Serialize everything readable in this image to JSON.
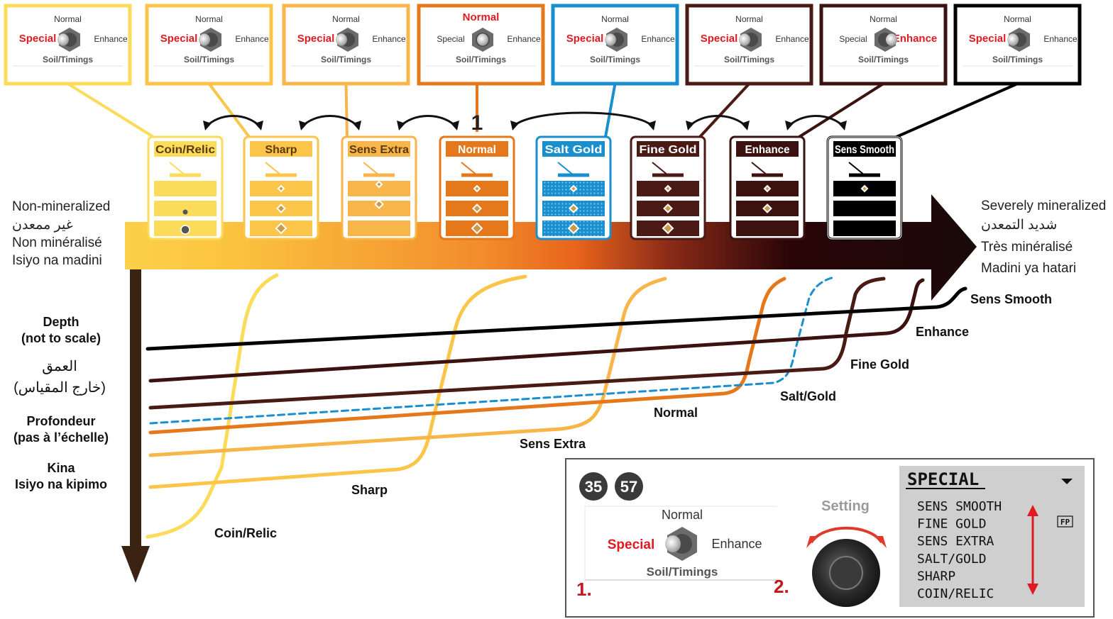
{
  "colors": {
    "c1": "#fbdc5a",
    "c2": "#fac548",
    "c3": "#f8b54a",
    "c4": "#e5781b",
    "c5": "#1a8fcf",
    "c6": "#4a1a14",
    "c7": "#3b1210",
    "c8": "#000000",
    "red": "#e11a22",
    "arrow_start": "#fdd04a",
    "arrow_mid": "#ec6f1d",
    "arrow_dark": "#2a0508",
    "depth_axis": "#3b2313"
  },
  "switch_labels": {
    "top": "Normal",
    "left": "Special",
    "right": "Enhance",
    "bottom": "Soil/Timings"
  },
  "modes": [
    {
      "name": "Coin/Relic",
      "color": "#fbdc5a",
      "switch": "Special",
      "targets": "coin"
    },
    {
      "name": "Sharp",
      "color": "#fac548",
      "switch": "Special",
      "targets": "three"
    },
    {
      "name": "Sens Extra",
      "color": "#f8b54a",
      "switch": "Special",
      "targets": "two"
    },
    {
      "name": "Normal",
      "color": "#e5781b",
      "switch": "Normal",
      "targets": "three"
    },
    {
      "name": "Salt Gold",
      "color": "#1a8fcf",
      "switch": "Special",
      "targets": "salt"
    },
    {
      "name": "Fine Gold",
      "color": "#4a1a14",
      "switch": "Special",
      "targets": "three"
    },
    {
      "name": "Enhance",
      "color": "#3b1210",
      "switch": "Enhance",
      "targets": "two"
    },
    {
      "name": "Sens Smooth",
      "color": "#000000",
      "switch": "Special",
      "targets": "one"
    }
  ],
  "step_marker": "1",
  "left_labels": [
    "Non-mineralized",
    "غير ممعدن",
    "Non minéralisé",
    "Isiyo na madini"
  ],
  "right_labels": [
    "Severely mineralized",
    "شديد التمعدن",
    "Très minéralisé",
    "Madini ya hatari"
  ],
  "depth_labels": {
    "en_1": "Depth",
    "en_2": "(not to scale)",
    "ar_1": "العمق",
    "ar_2": "(خارج المقياس)",
    "fr_1": "Profondeur",
    "fr_2": "(pas à l’échelle)",
    "sw_1": "Kina",
    "sw_2": "Isiyo na kipimo"
  },
  "curve_labels": [
    "Sens Smooth",
    "Enhance",
    "Fine Gold",
    "Salt/Gold",
    "Normal",
    "Sens Extra",
    "Sharp",
    "Coin/Relic"
  ],
  "panel": {
    "badge_1": "35",
    "badge_2": "57",
    "switch_top": "Normal",
    "switch_left": "Special",
    "switch_right": "Enhance",
    "switch_bottom": "Soil/Timings",
    "step_1": "1.",
    "step_2": "2.",
    "setting_label": "Setting",
    "menu_title": "SPECIAL",
    "menu_items": [
      "SENS SMOOTH",
      "FINE GOLD",
      "SENS EXTRA",
      "SALT/GOLD",
      "SHARP",
      "COIN/RELIC"
    ],
    "fp_badge": "FP"
  }
}
